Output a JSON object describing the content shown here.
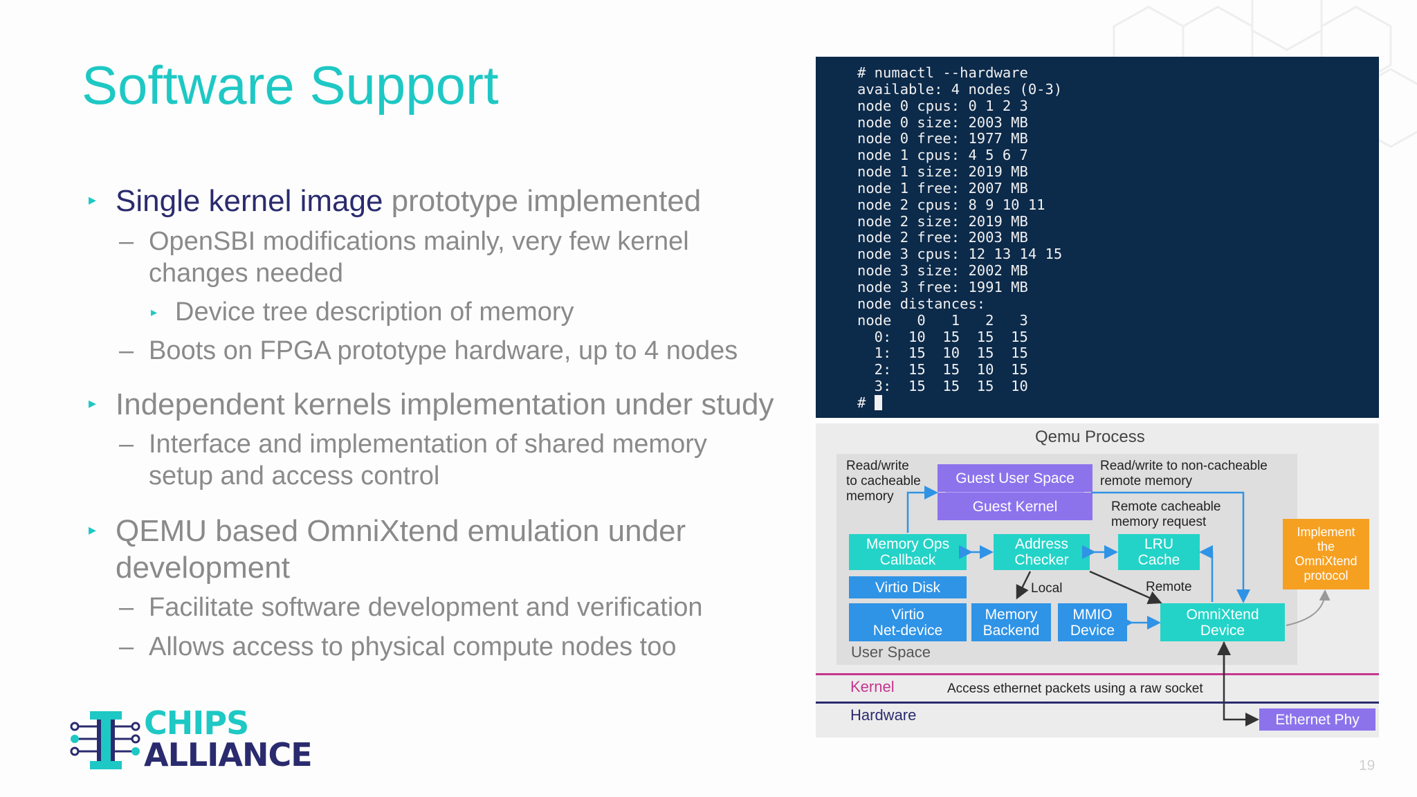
{
  "slide": {
    "title": "Software Support",
    "page_number": "19"
  },
  "bullets": {
    "b1_highlight": "Single kernel image",
    "b1_rest": " prototype implemented",
    "b1a_line1": "OpenSBI modifications mainly, very few kernel",
    "b1a_line2": "changes needed",
    "b1a_i": "Device tree description of memory",
    "b1b": "Boots on FPGA prototype hardware, up to 4 nodes",
    "b2": "Independent kernels implementation under study",
    "b2a_line1": "Interface and implementation of shared memory",
    "b2a_line2": "setup and access control",
    "b3_line1": "QEMU based OmniXtend emulation under",
    "b3_line2": "development",
    "b3a": "Facilitate software development and verification",
    "b3b": "Allows access to physical compute nodes too",
    "dash": "–",
    "triangle": "▸"
  },
  "terminal": {
    "lines": [
      "# numactl --hardware",
      "available: 4 nodes (0-3)",
      "node 0 cpus: 0 1 2 3",
      "node 0 size: 2003 MB",
      "node 0 free: 1977 MB",
      "node 1 cpus: 4 5 6 7",
      "node 1 size: 2019 MB",
      "node 1 free: 2007 MB",
      "node 2 cpus: 8 9 10 11",
      "node 2 size: 2019 MB",
      "node 2 free: 2003 MB",
      "node 3 cpus: 12 13 14 15",
      "node 3 size: 2002 MB",
      "node 3 free: 1991 MB",
      "node distances:",
      "node   0   1   2   3",
      "  0:  10  15  15  15",
      "  1:  15  10  15  15",
      "  2:  15  15  10  15",
      "  3:  15  15  15  10",
      "# "
    ]
  },
  "diagram": {
    "qemu_process": "Qemu Process",
    "user_space": "User Space",
    "kernel": "Kernel",
    "hardware": "Hardware",
    "rw_cacheable": "Read/write\nto cacheable\nmemory",
    "rw_noncacheable": "Read/write to non-cacheable\nremote memory",
    "remote_cacheable_req": "Remote cacheable\nmemory request",
    "guest_user_space": "Guest User Space",
    "guest_kernel": "Guest Kernel",
    "memory_ops_callback": "Memory Ops\nCallback",
    "address_checker": "Address\nChecker",
    "lru_cache": "LRU\nCache",
    "virtio_disk": "Virtio Disk",
    "virtio_net": "Virtio\nNet-device",
    "memory_backend": "Memory\nBackend",
    "mmio_device": "MMIO\nDevice",
    "omnixtend_device": "OmniXtend\nDevice",
    "implement_protocol": "Implement\nthe\nOmniXtend\nprotocol",
    "local": "Local",
    "remote": "Remote",
    "raw_socket": "Access ethernet packets using a raw socket",
    "ethernet_phy": "Ethernet Phy"
  },
  "logo": {
    "line1": "CHIPS",
    "line2": "ALLIANCE"
  },
  "colors": {
    "accent_teal": "#1ec8c4",
    "navy": "#2a2b6e",
    "gray_text": "#8a8a8a",
    "terminal_bg": "#0c2a4a",
    "box_cyan": "#23d3c7",
    "box_blue": "#2f93e6",
    "box_purple": "#8c73ec",
    "box_orange": "#f6a021",
    "kernel_magenta": "#c4358f"
  }
}
